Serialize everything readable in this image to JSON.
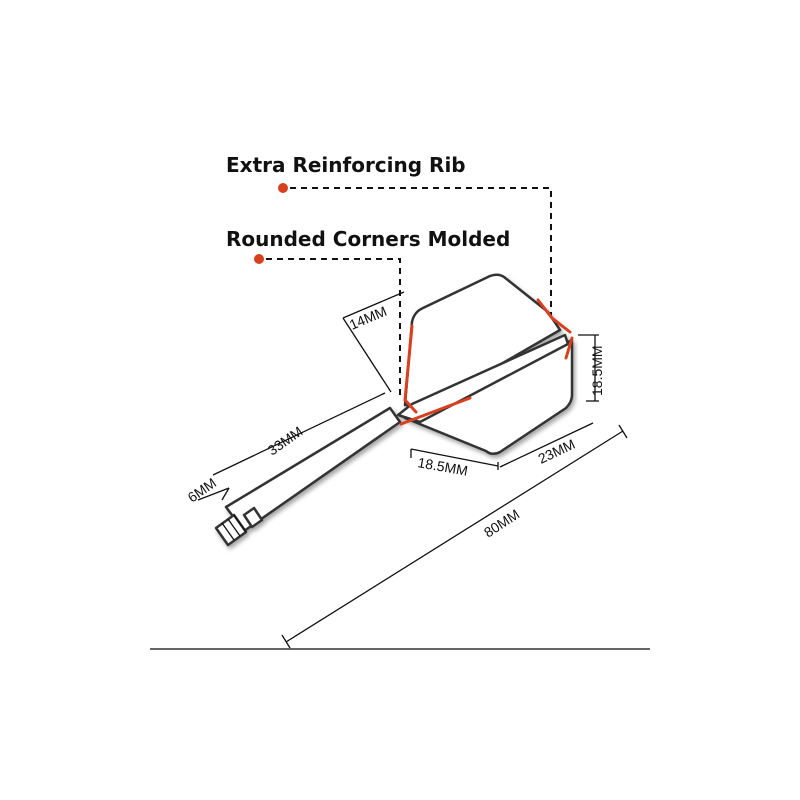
{
  "callouts": {
    "extra_rib": "Extra Reinforcing Rib",
    "rounded_corners": "Rounded Corners Molded"
  },
  "dimensions": {
    "shaft_length": "33MM",
    "thread_length": "6MM",
    "flight_depth": "14MM",
    "flight_front_width": "18.5MM",
    "flight_back_width": "23MM",
    "flight_height": "18.5MM",
    "total_length": "80MM"
  },
  "colors": {
    "accent": "#d8401f",
    "text": "#111111",
    "outline": "#333333"
  }
}
